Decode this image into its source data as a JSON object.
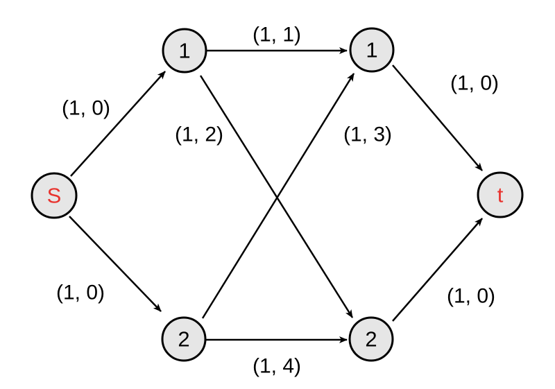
{
  "colors": {
    "node_fill": "#e6e6e6",
    "node_stroke": "#000000",
    "terminal_label": "#e8332e",
    "inner_label": "#000000",
    "edge": "#000000"
  },
  "nodes": [
    {
      "id": "s",
      "label": "S",
      "kind": "terminal"
    },
    {
      "id": "a1",
      "label": "1",
      "kind": "inner"
    },
    {
      "id": "a2",
      "label": "2",
      "kind": "inner"
    },
    {
      "id": "b1",
      "label": "1",
      "kind": "inner"
    },
    {
      "id": "b2",
      "label": "2",
      "kind": "inner"
    },
    {
      "id": "t",
      "label": "t",
      "kind": "terminal"
    }
  ],
  "edges": [
    {
      "from": "s",
      "to": "a1",
      "label": "(1, 0)"
    },
    {
      "from": "s",
      "to": "a2",
      "label": "(1, 0)"
    },
    {
      "from": "a1",
      "to": "b1",
      "label": "(1, 1)"
    },
    {
      "from": "a1",
      "to": "b2",
      "label": "(1, 2)"
    },
    {
      "from": "a2",
      "to": "b1",
      "label": "(1, 3)"
    },
    {
      "from": "a2",
      "to": "b2",
      "label": "(1, 4)"
    },
    {
      "from": "b1",
      "to": "t",
      "label": "(1, 0)"
    },
    {
      "from": "b2",
      "to": "t",
      "label": "(1, 0)"
    }
  ]
}
